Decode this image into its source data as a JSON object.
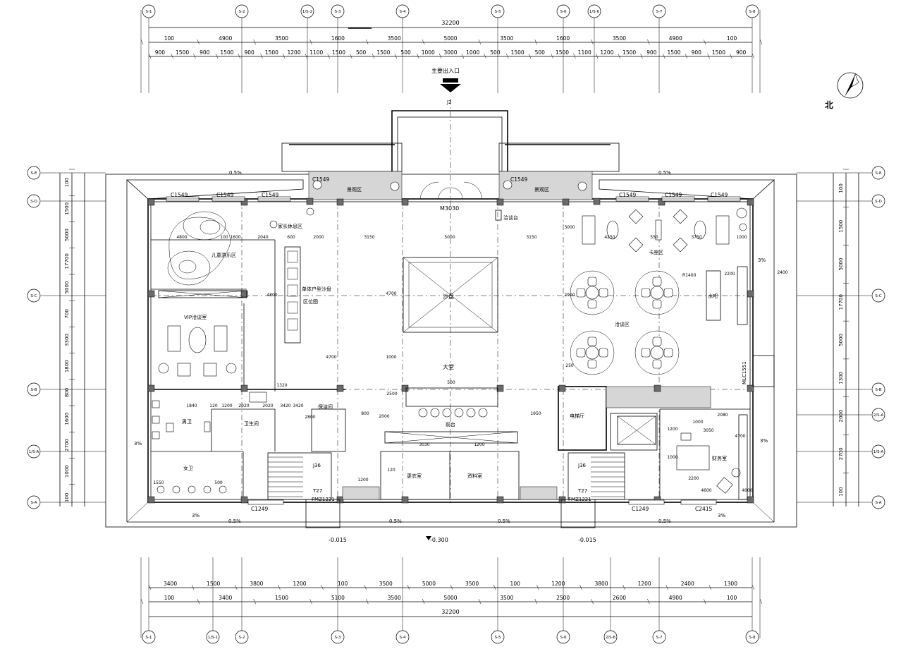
{
  "grid": {
    "top_labels": [
      "S-1",
      "S-2",
      "1/S-2",
      "S-3",
      "S-4",
      "S-5",
      "S-6",
      "1/S-6",
      "S-7",
      "S-8"
    ],
    "bottom_labels": [
      "S-1",
      "1/S-1",
      "S-2",
      "S-3",
      "S-4",
      "S-5",
      "S-6",
      "2/S-6",
      "S-7",
      "S-8"
    ],
    "left_labels": [
      "S-E",
      "S-D",
      "S-C",
      "S-B",
      "1/S-A",
      "S-A"
    ],
    "right_labels": [
      "S-E",
      "S-D",
      "S-C",
      "S-B",
      "2/S-A",
      "1/S-A",
      "S-A"
    ]
  },
  "dims": {
    "top_total": "32200",
    "top_row1": [
      "100",
      "4900",
      "3500",
      "1600",
      "3500",
      "5000",
      "3500",
      "1600",
      "3500",
      "4900",
      "100"
    ],
    "top_row2": [
      "900",
      "1500",
      "900",
      "1500",
      "900",
      "1500",
      "1200",
      "1100",
      "1500",
      "500",
      "1500",
      "500",
      "1000",
      "3000",
      "1000",
      "500",
      "1500",
      "500",
      "1500",
      "1100",
      "1200",
      "1500",
      "900",
      "1500",
      "900",
      "1500",
      "900"
    ],
    "bottom_row1": [
      "3400",
      "1500",
      "3800",
      "1200",
      "100",
      "3500",
      "5000",
      "3500",
      "100",
      "1200",
      "3800",
      "1200",
      "2400",
      "1300"
    ],
    "bottom_row2": [
      "100",
      "3400",
      "1500",
      "5100",
      "3500",
      "5000",
      "3500",
      "2500",
      "2600",
      "4900",
      "100"
    ],
    "bottom_total": "32200",
    "left": [
      "100",
      "1500",
      "5000",
      "17700",
      "5000",
      "700",
      "3300",
      "1800",
      "800",
      "1600",
      "2700",
      "1000",
      "100"
    ],
    "right": [
      "100",
      "1500",
      "5000",
      "17700",
      "5000",
      "1300",
      "2000",
      "2700",
      "100"
    ],
    "interior": [
      "4800",
      "100",
      "2040",
      "600",
      "2000",
      "3150",
      "5000",
      "3150",
      "4250",
      "550",
      "3750",
      "1000",
      "4800",
      "4700",
      "2900",
      "3000",
      "4700",
      "1000",
      "250",
      "2400",
      "2200",
      "2080",
      "1200",
      "2800",
      "3050",
      "4600",
      "4700",
      "2000",
      "120",
      "1320",
      "500",
      "1840",
      "120",
      "1200",
      "2020",
      "2020",
      "3420",
      "3420",
      "800",
      "1950",
      "3030",
      "1200",
      "2500",
      "1200",
      "1000",
      "2200",
      "4000",
      "500",
      "1550",
      "1600",
      "1000"
    ]
  },
  "rooms": {
    "entrance_label": "主要出入口",
    "door_main": "M3030",
    "door_j2": "J2",
    "landscape_left": "景观区",
    "landscape_right": "景观区",
    "reception": "洽谈台",
    "parent_rest": "家长休息区",
    "kids_play": "儿童游乐区",
    "model_area": "单体户型沙盘",
    "model_area2": "区位图",
    "vip_room": "VIP洽谈室",
    "sand_table": "沙盘",
    "lobby": "大堂",
    "front_desk": "前台",
    "booth_area": "卡座区",
    "bar": "水吧",
    "talk_area": "洽谈区",
    "radius": "R1400",
    "elevator_hall": "电梯厅",
    "finance_room": "财务室",
    "cleaning_room": "保洁间",
    "mens_wc": "男卫",
    "washroom": "卫生间",
    "womens_wc": "女卫",
    "changing_room": "更衣室",
    "archive_room": "资料室",
    "stair_left": "J36",
    "stair_right": "J36",
    "step_left": "T27",
    "step_right": "T27",
    "door_fmz_left": "FMZ1221",
    "door_fmz_right": "FMZ1221",
    "win_c1549": "C1549",
    "win_c1249": "C1249",
    "win_c2415": "C2415",
    "door_mlc": "MLC1551"
  },
  "levels": {
    "left": "-0.015",
    "center": "-0.300",
    "right": "-0.015"
  },
  "slopes": {
    "half": "0.5%",
    "three": "3%"
  },
  "north": "北"
}
